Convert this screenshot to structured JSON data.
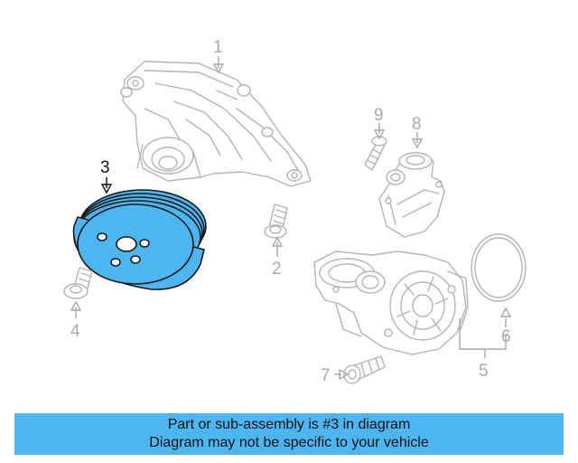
{
  "diagram": {
    "callouts": [
      {
        "id": "callout-1",
        "number": "1"
      },
      {
        "id": "callout-2",
        "number": "2"
      },
      {
        "id": "callout-3",
        "number": "3"
      },
      {
        "id": "callout-4",
        "number": "4"
      },
      {
        "id": "callout-5",
        "number": "5"
      },
      {
        "id": "callout-6",
        "number": "6"
      },
      {
        "id": "callout-7",
        "number": "7"
      },
      {
        "id": "callout-8",
        "number": "8"
      },
      {
        "id": "callout-9",
        "number": "9"
      }
    ],
    "highlighted_part": "3",
    "colors": {
      "highlight": "#4db6f0",
      "ghost_line": "#b4b4b4",
      "callout_inactive": "#a9a9a9",
      "callout_active": "#111111"
    }
  },
  "banner": {
    "line1": "Part or sub-assembly is #3 in diagram",
    "line2": "Diagram may not be specific to your vehicle"
  }
}
